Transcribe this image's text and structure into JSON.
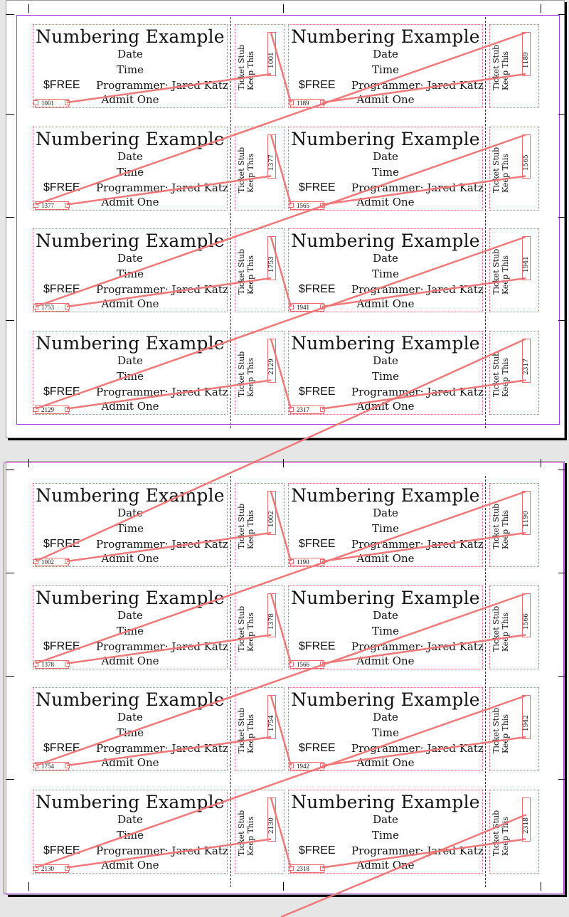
{
  "ticket": {
    "title": "Numbering Example",
    "date": "Date",
    "time": "Time",
    "price": "$FREE",
    "programmer": "Programmer: Jared Katz",
    "admit": "Admit One"
  },
  "stub": {
    "line1": "Ticket Stub",
    "line2": "Keep This"
  },
  "numbers": {
    "page1": [
      [
        "1001",
        "1189"
      ],
      [
        "1377",
        "1565"
      ],
      [
        "1753",
        "1941"
      ],
      [
        "2129",
        "2317"
      ]
    ],
    "page2": [
      [
        "1002",
        "1190"
      ],
      [
        "1378",
        "1566"
      ],
      [
        "1754",
        "1942"
      ],
      [
        "2130",
        "2318"
      ]
    ]
  },
  "colors": {
    "thread": "#f07878",
    "frame": "#b13fe0",
    "guide": "#e06a6a"
  }
}
